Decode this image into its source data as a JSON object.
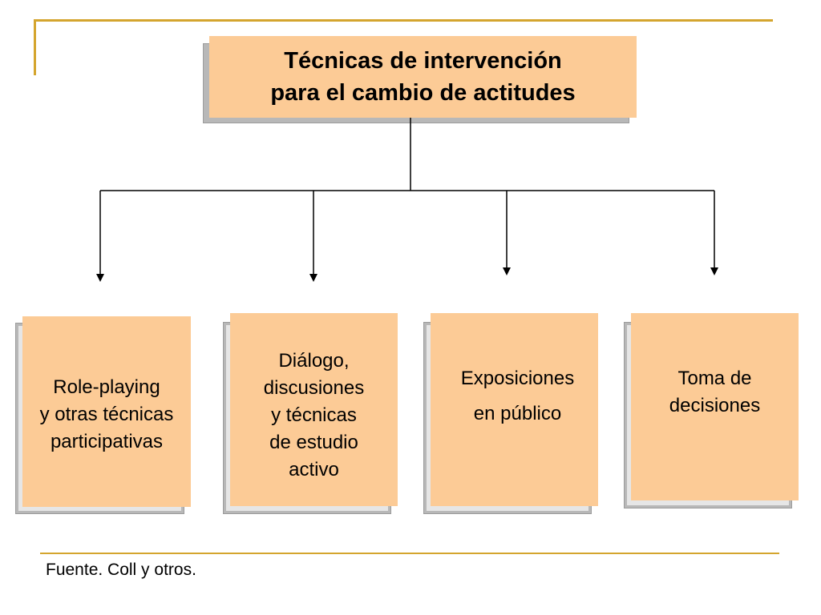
{
  "title": {
    "line1": "Técnicas de intervención",
    "line2": "para el cambio de actitudes"
  },
  "techniques": [
    {
      "label": "Role-playing\ny otras técnicas\nparticipativas"
    },
    {
      "label": "Diálogo,\n discusiones\ny técnicas\nde estudio\n activo"
    },
    {
      "label": "Exposiciones\n\nen público"
    },
    {
      "label": "Toma de\ndecisiones"
    }
  ],
  "source": "Fuente. Coll y otros.",
  "colors": {
    "box_fill": "#fccb96",
    "accent_line": "#d4a52e",
    "shadow": "#b8b8b8"
  }
}
